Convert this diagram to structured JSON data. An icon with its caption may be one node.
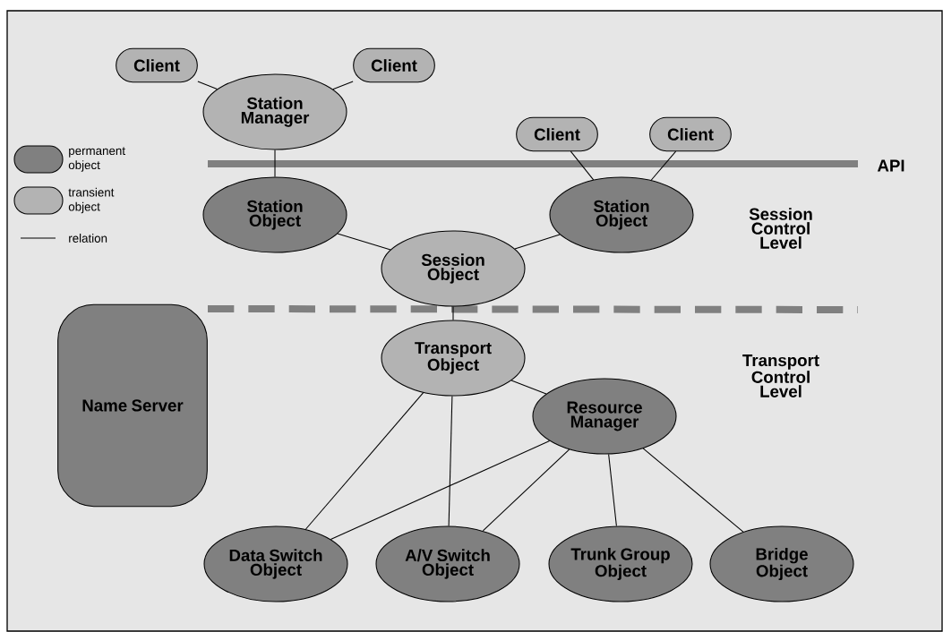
{
  "diagram": {
    "nodes": [
      {
        "text": [
          "Client"
        ]
      },
      {
        "text": [
          "Client"
        ]
      },
      {
        "text": [
          "Station Manager"
        ]
      },
      {
        "text": [
          "Client"
        ]
      },
      {
        "text": [
          "Client"
        ]
      },
      {
        "text": [
          "Station Object"
        ]
      },
      {
        "text": [
          "Station Object"
        ]
      },
      {
        "text": [
          "Session Object"
        ]
      },
      {
        "text": [
          "Name Server"
        ]
      },
      {
        "text": [
          "Transport Object"
        ]
      },
      {
        "text": [
          "Resource Manager"
        ]
      },
      {
        "text": [
          "Data Switch Object"
        ]
      },
      {
        "text": [
          "A/V Switch Object"
        ]
      },
      {
        "text": [
          "Trunk Group Object"
        ]
      },
      {
        "text": [
          "Bridge Object"
        ]
      }
    ],
    "edges": [
      {
        "from": 0,
        "to": 2,
        "arrow": "none"
      },
      {
        "from": 1,
        "to": 2,
        "arrow": "none"
      },
      {
        "from": 2,
        "to": 5,
        "arrow": "none"
      },
      {
        "from": 3,
        "to": 6,
        "arrow": "none"
      },
      {
        "from": 4,
        "to": 6,
        "arrow": "none"
      },
      {
        "from": 5,
        "to": 7,
        "arrow": "none"
      },
      {
        "from": 6,
        "to": 7,
        "arrow": "none"
      },
      {
        "from": 7,
        "to": 9,
        "arrow": "none"
      },
      {
        "from": 9,
        "to": 10,
        "arrow": "none"
      },
      {
        "from": 9,
        "to": 11,
        "arrow": "none"
      },
      {
        "from": 9,
        "to": 12,
        "arrow": "none"
      },
      {
        "from": 10,
        "to": 11,
        "arrow": "none"
      },
      {
        "from": 10,
        "to": 12,
        "arrow": "none"
      },
      {
        "from": 10,
        "to": 13,
        "arrow": "none"
      },
      {
        "from": 10,
        "to": 14,
        "arrow": "none"
      }
    ],
    "labels": [
      "API",
      "Session Control Level",
      "Transport Control Level"
    ],
    "legend": [
      {
        "text": "permanent object",
        "color": "#808080"
      },
      {
        "text": "transient object",
        "color": "#b3b3b3"
      },
      {
        "text": "relation"
      }
    ]
  }
}
